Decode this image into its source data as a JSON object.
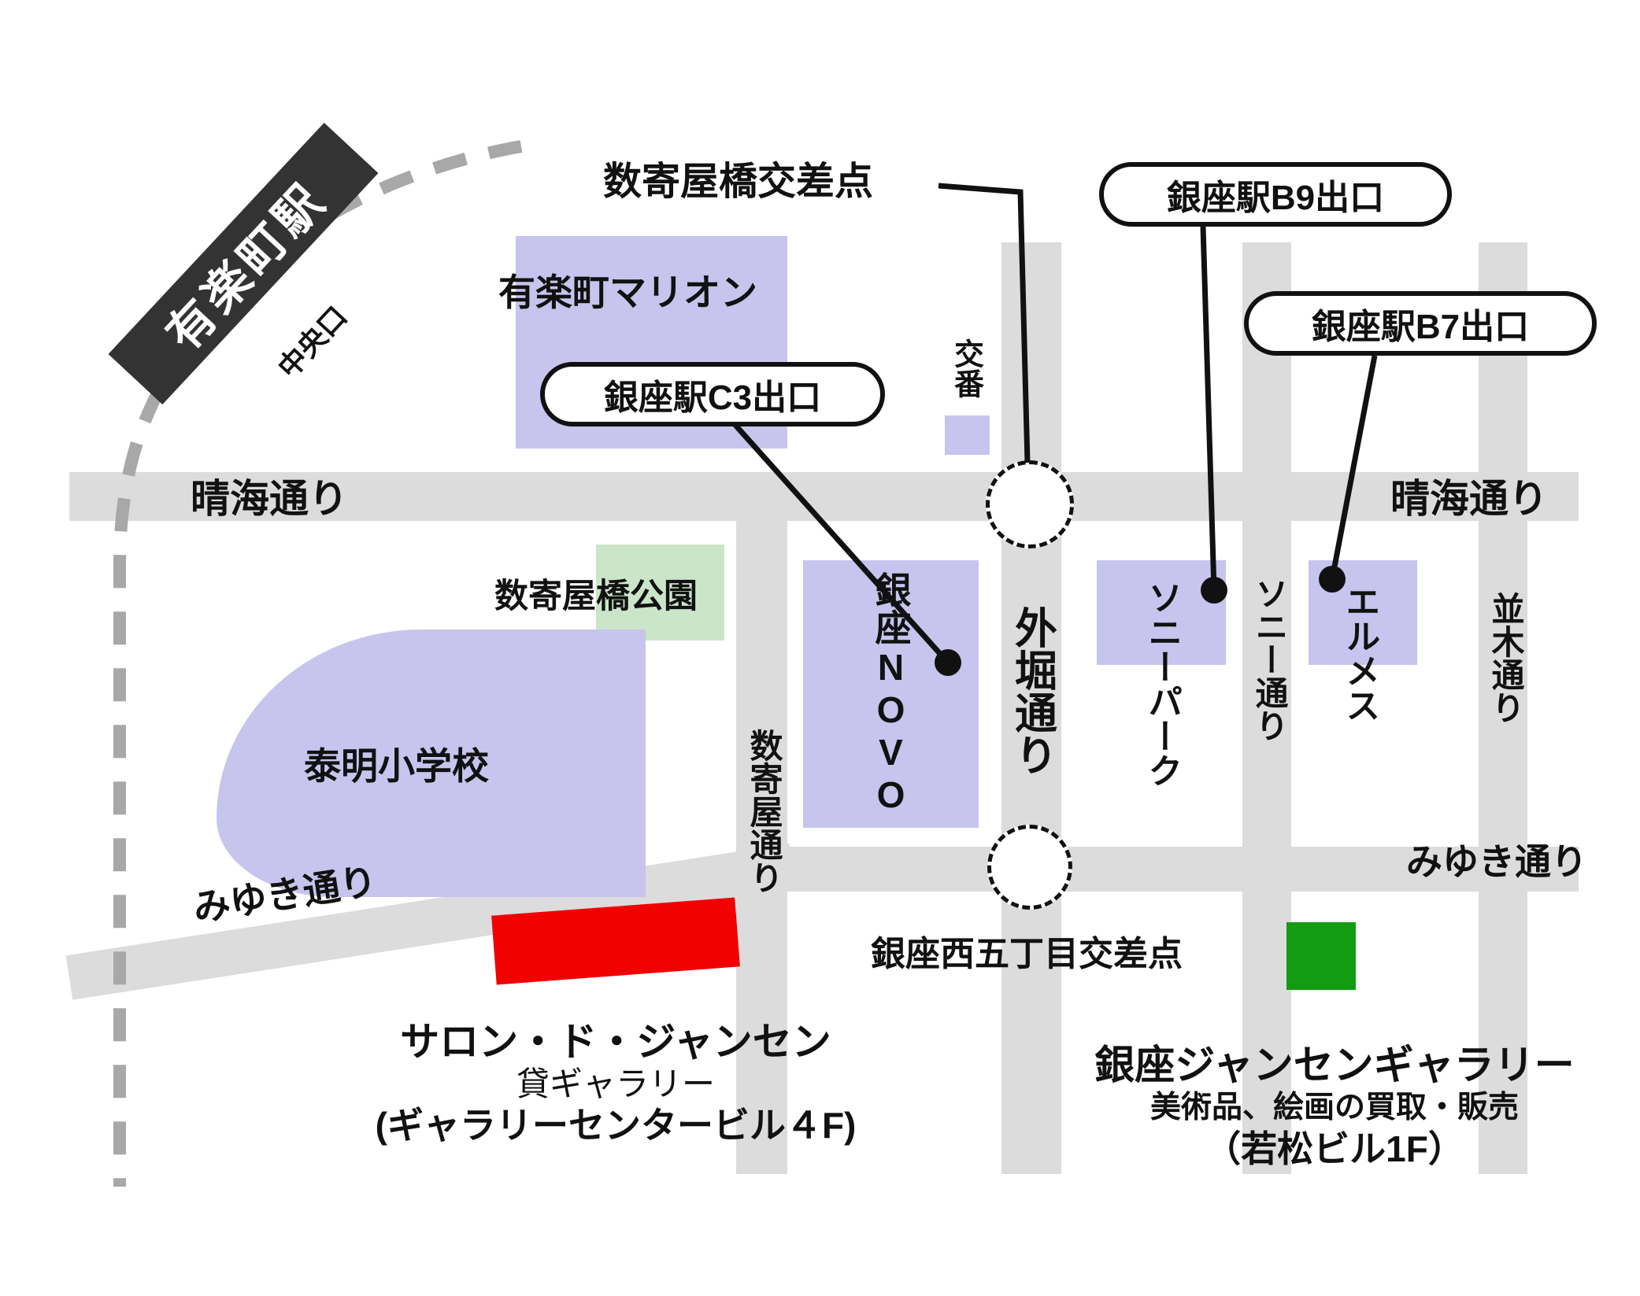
{
  "colors": {
    "building": "#c7c5ee",
    "park": "#cbe5c8",
    "road": "#dcdcdc",
    "rail": "#a8a8a8",
    "station": "#333333",
    "line": "#111111",
    "marker_red": "#f20000",
    "marker_green": "#119c11"
  },
  "station": {
    "name": "有楽町駅",
    "exit": "中央口"
  },
  "exits": {
    "b9": "銀座駅B9出口",
    "b7": "銀座駅B7出口",
    "c3": "銀座駅C3出口"
  },
  "crossings": {
    "sukiyabashi": "数寄屋橋交差点",
    "nishi5": "銀座西五丁目交差点"
  },
  "streets": {
    "harumi_left": "晴海通り",
    "harumi_right": "晴海通り",
    "sotobori": "外堀通り",
    "sony": "ソニー通り",
    "namiki": "並木通り",
    "sukiya": "数寄屋通り",
    "miyuki_left": "みゆき通り",
    "miyuki_right": "みゆき通り"
  },
  "places": {
    "marion": "有楽町マリオン",
    "koban": "交番",
    "park": "数寄屋橋公園",
    "novo": "銀座NOVO",
    "sony_park": "ソニーパーク",
    "hermes": "エルメス",
    "taimei": "泰明小学校"
  },
  "salon": {
    "name": "サロン・ド・ジャンセン",
    "type": "貸ギャラリー",
    "building": "(ギャラリーセンタービル４F)"
  },
  "gallery": {
    "name": "銀座ジャンセンギャラリー",
    "desc": "美術品、絵画の買取・販売",
    "building": "（若松ビル1F）"
  }
}
